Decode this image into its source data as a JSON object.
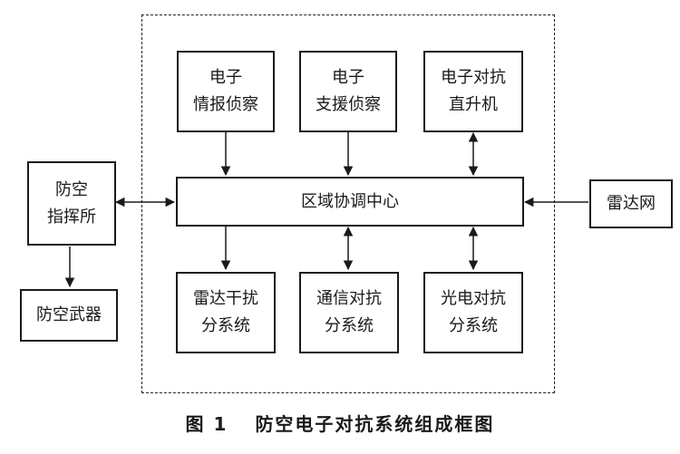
{
  "diagram": {
    "nodes": {
      "elec_intel": {
        "lines": [
          "电子",
          "情报侦察"
        ]
      },
      "elec_support": {
        "lines": [
          "电子",
          "支援侦察"
        ]
      },
      "ecm_heli": {
        "lines": [
          "电子对抗",
          "直升机"
        ]
      },
      "coord_center": {
        "lines": [
          "区域协调中心"
        ]
      },
      "radar_jam": {
        "lines": [
          "雷达干扰",
          "分系统"
        ]
      },
      "comm_counter": {
        "lines": [
          "通信对抗",
          "分系统"
        ]
      },
      "eo_counter": {
        "lines": [
          "光电对抗",
          "分系统"
        ]
      },
      "air_cmd": {
        "lines": [
          "防空",
          "指挥所"
        ]
      },
      "air_weapons": {
        "lines": [
          "防空武器"
        ]
      },
      "radar_net": {
        "lines": [
          "雷达网"
        ]
      }
    },
    "edges": [
      {
        "from": "elec_intel",
        "to": "coord_center",
        "direction": "one-way"
      },
      {
        "from": "elec_support",
        "to": "coord_center",
        "direction": "one-way"
      },
      {
        "from": "ecm_heli",
        "to": "coord_center",
        "direction": "two-way"
      },
      {
        "from": "coord_center",
        "to": "radar_jam",
        "direction": "one-way"
      },
      {
        "from": "coord_center",
        "to": "comm_counter",
        "direction": "two-way"
      },
      {
        "from": "coord_center",
        "to": "eo_counter",
        "direction": "two-way"
      },
      {
        "from": "air_cmd",
        "to": "coord_center",
        "direction": "two-way"
      },
      {
        "from": "air_cmd",
        "to": "air_weapons",
        "direction": "one-way"
      },
      {
        "from": "radar_net",
        "to": "coord_center",
        "direction": "one-way"
      }
    ]
  },
  "caption": {
    "number": "图 1",
    "title": "防空电子对抗系统组成框图"
  }
}
